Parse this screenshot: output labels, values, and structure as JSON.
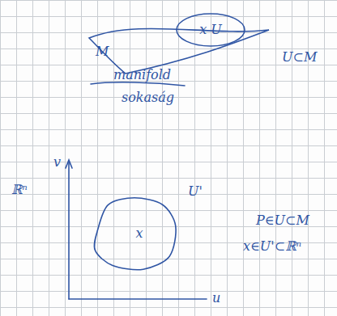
{
  "diagram": {
    "nodes": [
      {
        "text": [
          "M"
        ]
      },
      {
        "text": [
          "x U"
        ],
        "in": 0
      },
      {
        "text": [
          "x",
          "U'"
        ]
      }
    ],
    "labels": [
      "manifold",
      "sokaság",
      "U⊂M",
      "v",
      "u",
      "ℝⁿ",
      "P∈U⊂M",
      "x∈U'⊂ℝⁿ"
    ]
  }
}
